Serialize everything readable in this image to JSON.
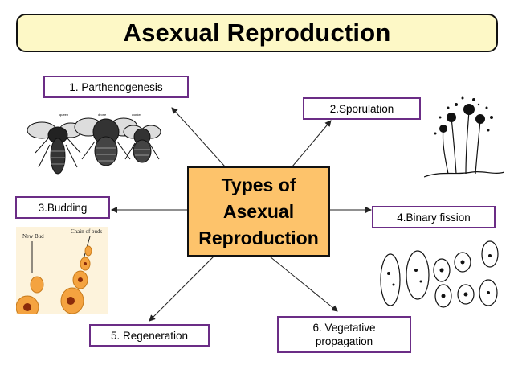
{
  "title": "Asexual Reproduction",
  "center": {
    "line1": "Types of",
    "line2": "Asexual",
    "line3": "Reproduction"
  },
  "types": {
    "parthenogenesis": "1. Parthenogenesis",
    "sporulation": "2.Sporulation",
    "budding": "3.Budding",
    "binary_fission": "4.Binary fission",
    "regeneration": "5. Regeneration",
    "vegetative_line1": "6. Vegetative",
    "vegetative_line2": "propagation"
  },
  "illustrations": {
    "bee_labels": [
      "queen",
      "drone",
      "worker"
    ],
    "budding_labels": {
      "new_bud": "New Bud",
      "chain": "Chain of buds"
    }
  },
  "colors": {
    "title_bg": "#fdf8c6",
    "center_bg": "#fdc36b",
    "label_border": "#6b2d86",
    "bud_fill": "#f4a340"
  }
}
